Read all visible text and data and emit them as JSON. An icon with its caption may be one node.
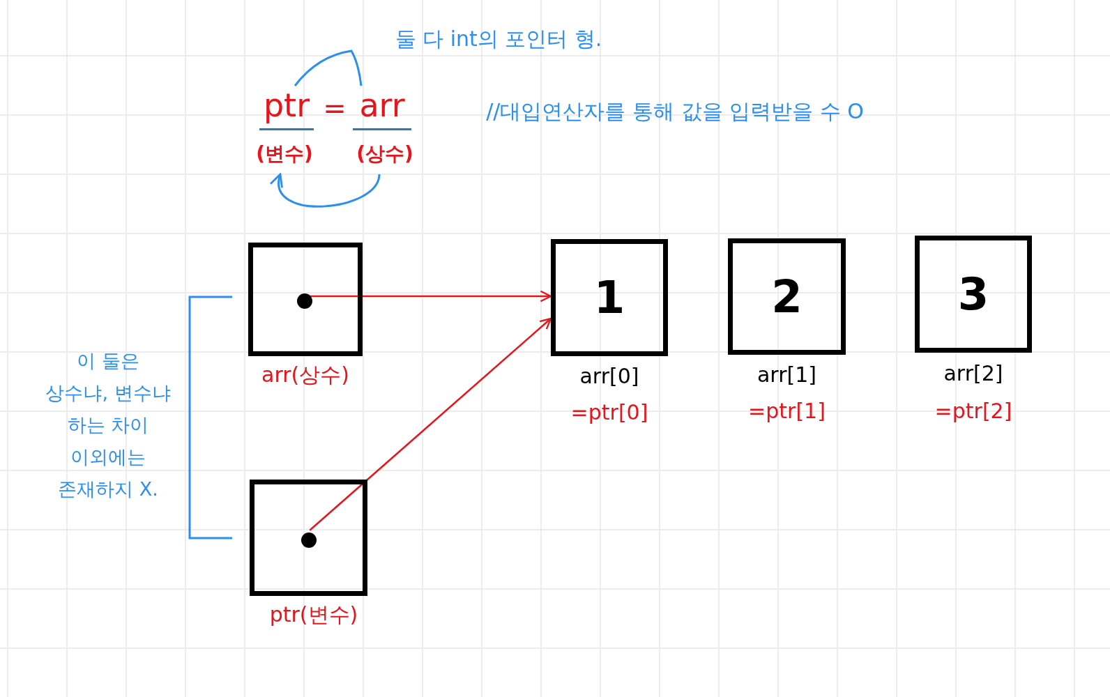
{
  "diagram": {
    "nodes": [
      {
        "text": [
          "ptr"
        ]
      },
      {
        "text": [
          "arr"
        ]
      },
      {
        "text": [
          "(변수)"
        ]
      },
      {
        "text": [
          "(상수)"
        ]
      },
      {
        "text": [],
        "shape": "box",
        "beside": [
          "arr(상수)"
        ]
      },
      {
        "text": [],
        "shape": "circle",
        "in": 4
      },
      {
        "text": [
          "1"
        ],
        "beside": [
          "arr[0]",
          "=ptr[0]"
        ]
      },
      {
        "text": [
          "2"
        ],
        "beside": [
          "arr[1]",
          "=ptr[1]"
        ]
      },
      {
        "text": [
          "3"
        ],
        "beside": [
          "arr[2]",
          "=ptr[2]"
        ]
      },
      {
        "text": [],
        "shape": "box",
        "beside": [
          "ptr(변수)"
        ]
      },
      {
        "text": [],
        "shape": "circle",
        "in": 9
      }
    ],
    "edges": [
      {
        "from": 0,
        "to": 1,
        "arrow": "none",
        "color": "#2b8ff0"
      },
      {
        "from": 3,
        "to": 2,
        "arrow": "to",
        "color": "#2b8ff0"
      },
      {
        "from": 5,
        "to": 6,
        "arrow": "to",
        "color": "#e8141c"
      },
      {
        "from": 10,
        "to": 6,
        "arrow": "to",
        "color": "#e8141c"
      }
    ],
    "labels": [
      "둘 다 int의 포인터 형.",
      "=",
      "//대입연산자를 통해 값을 입력받을 수 O",
      "이 둘은 상수냐, 변수냐 하는 차이 이외에는 존재하지 X."
    ]
  }
}
